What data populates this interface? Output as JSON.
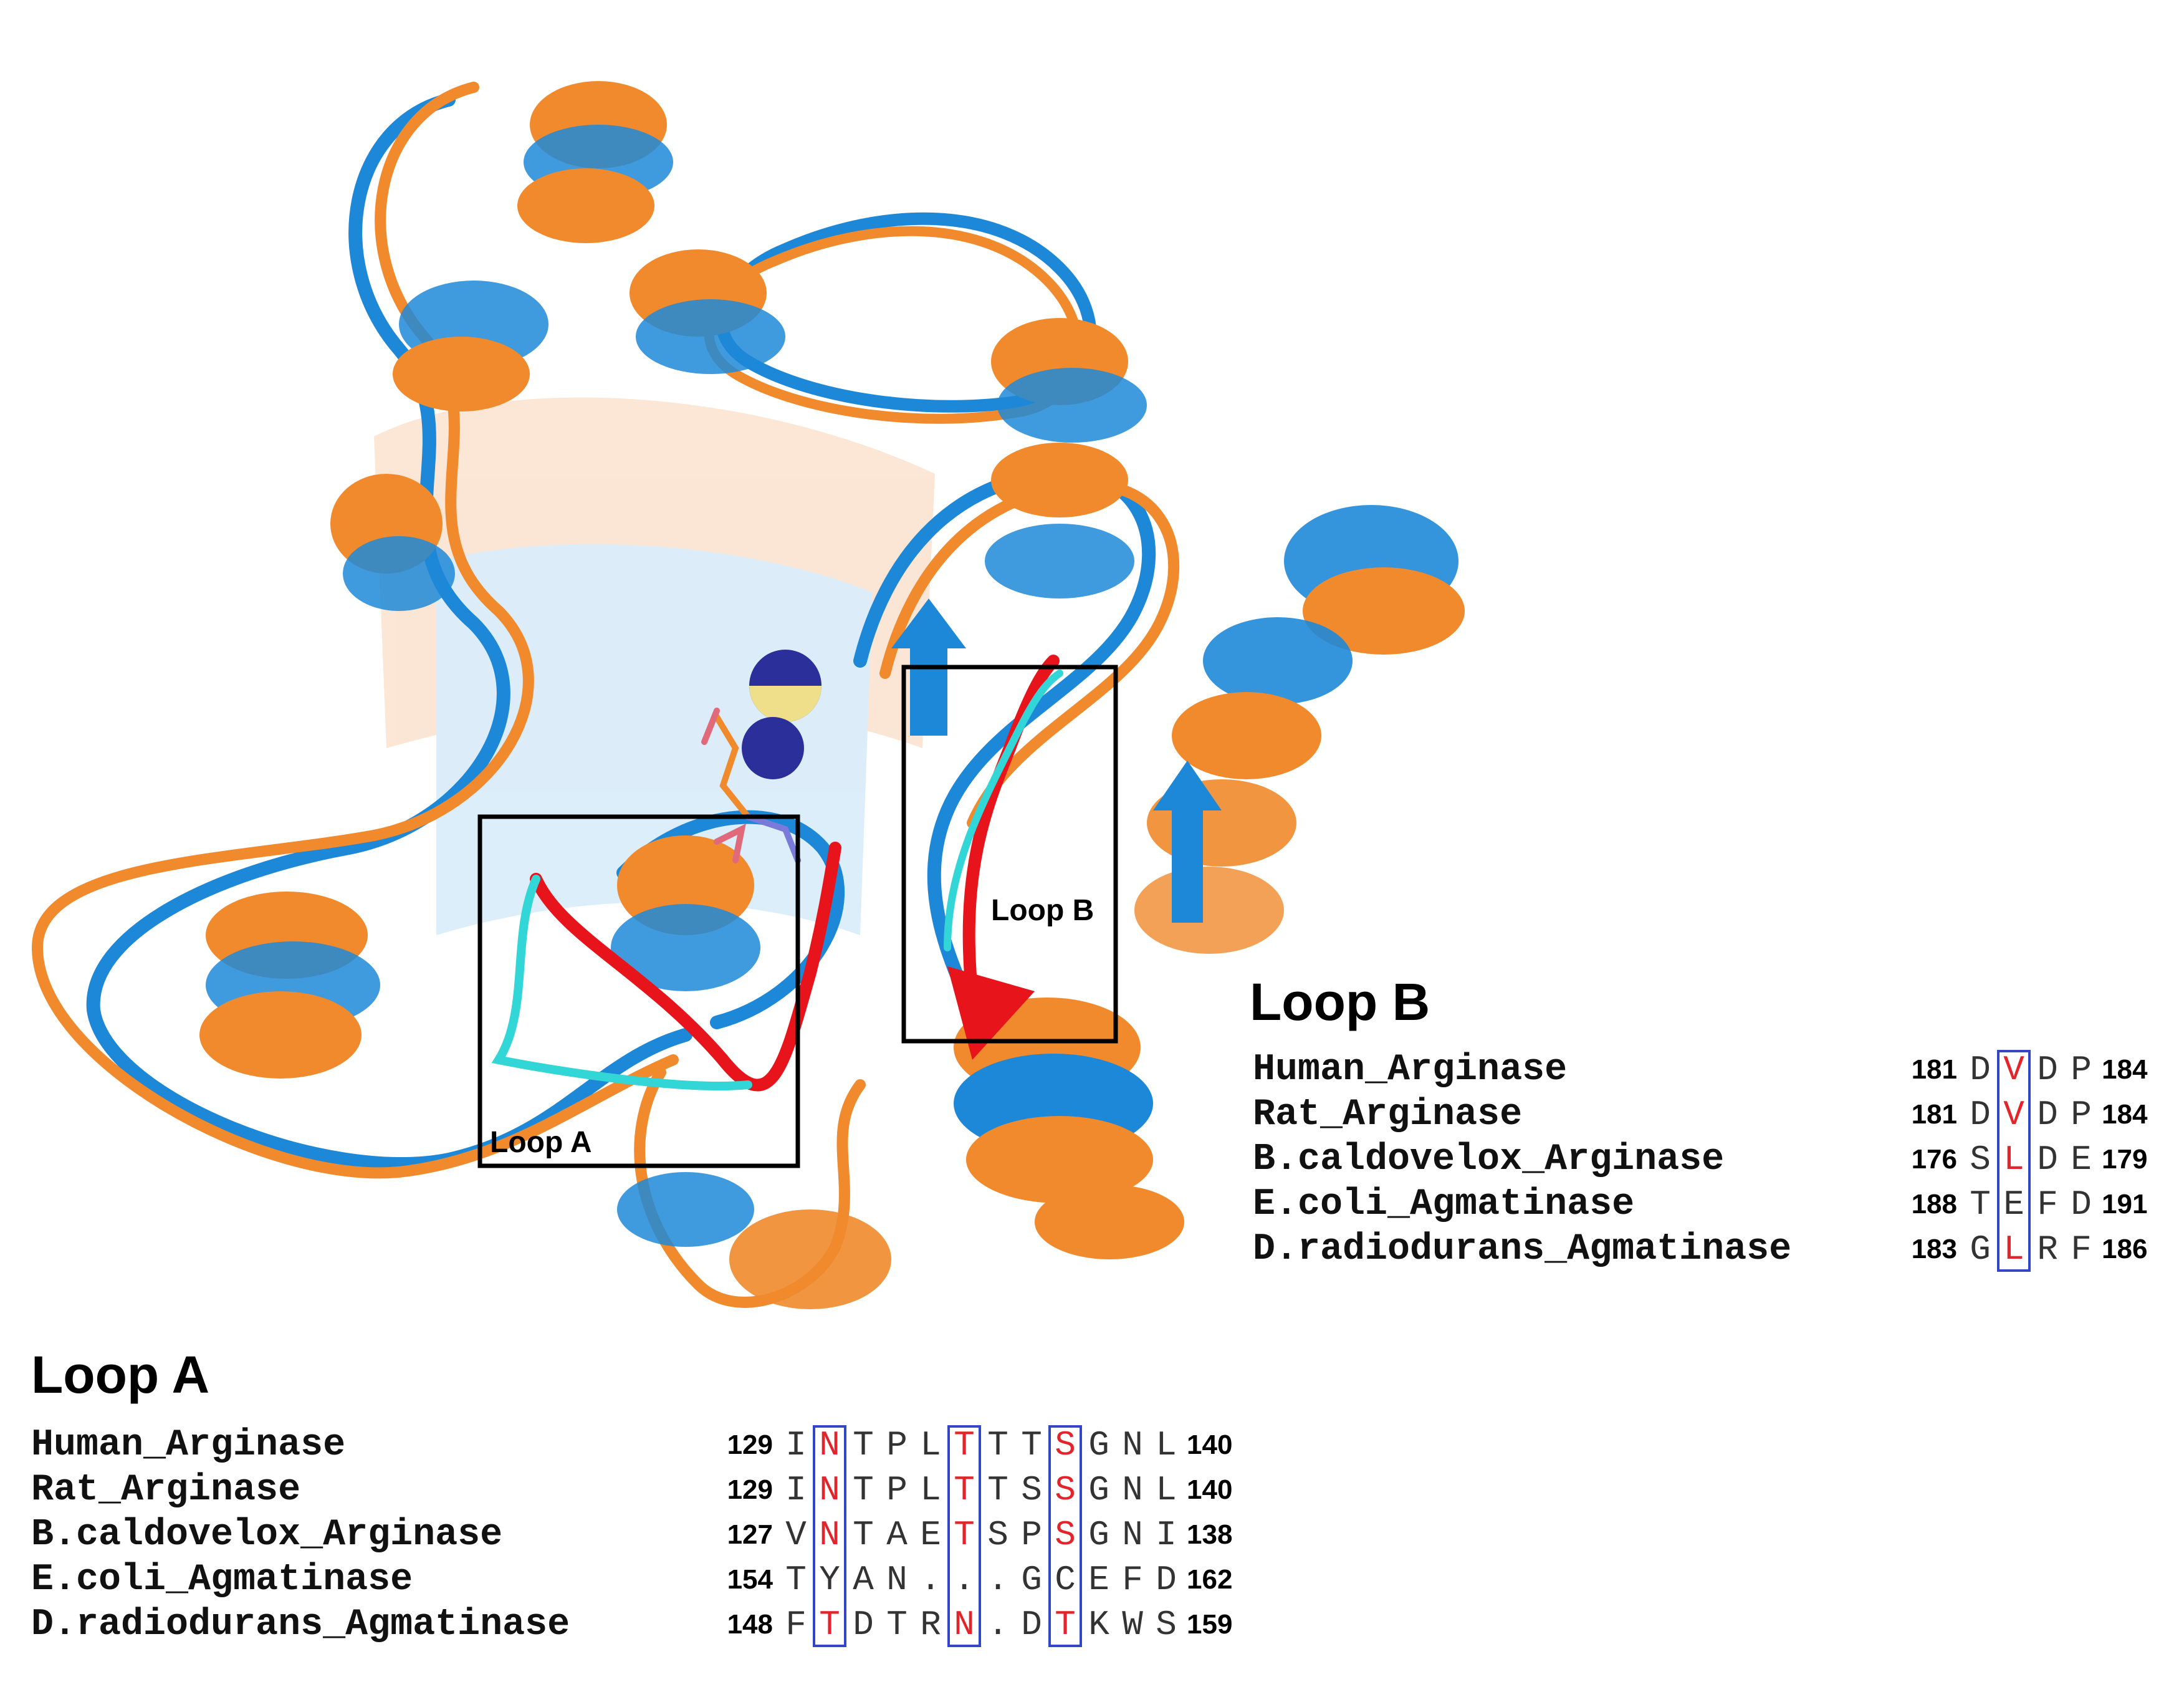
{
  "figure": {
    "structure_labels": {
      "loop_a_box": "Loop A",
      "loop_b_box": "Loop B"
    },
    "colors": {
      "human_arginase": "#f08a2c",
      "agmatinase": "#1e88d8",
      "loop_red": "#e8141b",
      "loop_cyan": "#32d6d6",
      "metal_dark": "#2b2f9a",
      "metal_light": "#f0df8a",
      "conserved_residue": "#e4242b",
      "conserved_box": "#3346c7"
    },
    "loop_a": {
      "title": "Loop A",
      "rows": [
        {
          "name": "Human_Arginase",
          "start": "129",
          "residues": [
            "I",
            "N",
            "T",
            "P",
            "L",
            "T",
            "T",
            "T",
            "S",
            "G",
            "N",
            "L"
          ],
          "end": "140"
        },
        {
          "name": "Rat_Arginase",
          "start": "129",
          "residues": [
            "I",
            "N",
            "T",
            "P",
            "L",
            "T",
            "T",
            "S",
            "S",
            "G",
            "N",
            "L"
          ],
          "end": "140"
        },
        {
          "name": "B.caldovelox_Arginase",
          "start": "127",
          "residues": [
            "V",
            "N",
            "T",
            "A",
            "E",
            "T",
            "S",
            "P",
            "S",
            "G",
            "N",
            "I"
          ],
          "end": "138"
        },
        {
          "name": "E.coli_Agmatinase",
          "start": "154",
          "residues": [
            "T",
            "Y",
            "A",
            "N",
            ".",
            ".",
            ".",
            "G",
            "C",
            "E",
            "F",
            "D"
          ],
          "end": "162"
        },
        {
          "name": "D.radiodurans_Agmatinase",
          "start": "148",
          "residues": [
            "F",
            "T",
            "D",
            "T",
            "R",
            "N",
            ".",
            "D",
            "T",
            "K",
            "W",
            "S"
          ],
          "end": "159"
        }
      ],
      "conserved_columns": [
        1,
        5,
        8
      ],
      "red_cells": [
        [
          0,
          1
        ],
        [
          0,
          5
        ],
        [
          0,
          8
        ],
        [
          1,
          1
        ],
        [
          1,
          5
        ],
        [
          1,
          8
        ],
        [
          2,
          1
        ],
        [
          2,
          5
        ],
        [
          2,
          8
        ],
        [
          4,
          1
        ],
        [
          4,
          5
        ],
        [
          4,
          8
        ]
      ]
    },
    "loop_b": {
      "title": "Loop B",
      "rows": [
        {
          "name": "Human_Arginase",
          "start": "181",
          "residues": [
            "D",
            "V",
            "D",
            "P"
          ],
          "end": "184"
        },
        {
          "name": "Rat_Arginase",
          "start": "181",
          "residues": [
            "D",
            "V",
            "D",
            "P"
          ],
          "end": "184"
        },
        {
          "name": "B.caldovelox_Arginase",
          "start": "176",
          "residues": [
            "S",
            "L",
            "D",
            "E"
          ],
          "end": "179"
        },
        {
          "name": "E.coli_Agmatinase",
          "start": "188",
          "residues": [
            "T",
            "E",
            "F",
            "D"
          ],
          "end": "191"
        },
        {
          "name": "D.radiodurans_Agmatinase",
          "start": "183",
          "residues": [
            "G",
            "L",
            "R",
            "F"
          ],
          "end": "186"
        }
      ],
      "conserved_columns": [
        1
      ],
      "red_cells": [
        [
          0,
          1
        ],
        [
          1,
          1
        ],
        [
          2,
          1
        ],
        [
          4,
          1
        ]
      ]
    }
  }
}
